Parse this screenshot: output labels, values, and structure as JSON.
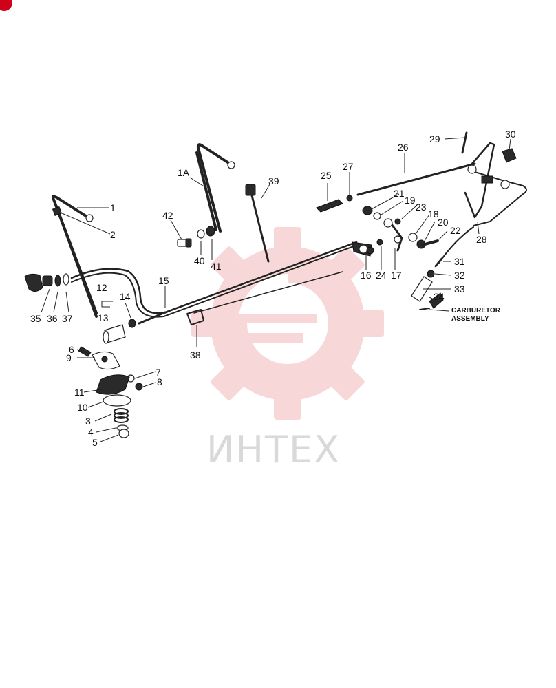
{
  "watermark": {
    "text": "ИНТЕХ",
    "color": "#f2b8b8"
  },
  "corner_mark": {
    "color": "#d0021b"
  },
  "labels": {
    "l1": "1",
    "l1a": "1A",
    "l2": "2",
    "l3": "3",
    "l4": "4",
    "l5": "5",
    "l6": "6",
    "l7": "7",
    "l8": "8",
    "l9": "9",
    "l10": "10",
    "l11": "11",
    "l12": "12",
    "l13": "13",
    "l14": "14",
    "l15": "15",
    "l16": "16",
    "l17": "17",
    "l18": "18",
    "l19": "19",
    "l20": "20",
    "l21": "21",
    "l22": "22",
    "l23": "23",
    "l24": "24",
    "l25": "25",
    "l26": "26",
    "l27": "27",
    "l28": "28",
    "l29": "29",
    "l30": "30",
    "l31": "31",
    "l32": "32",
    "l33": "33",
    "l34": "34",
    "l35": "35",
    "l36": "36",
    "l37": "37",
    "l38": "38",
    "l39": "39",
    "l40": "40",
    "l41": "41",
    "l42": "42",
    "carb_line1": "CARBURETOR",
    "carb_line2": "ASSEMBLY"
  }
}
